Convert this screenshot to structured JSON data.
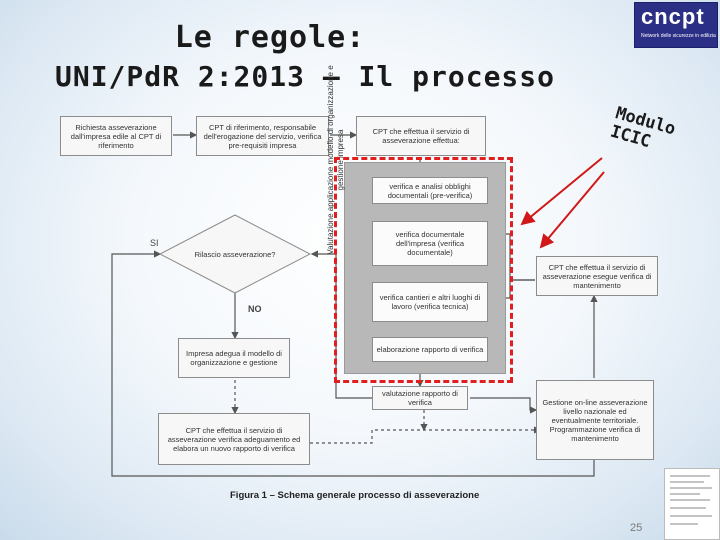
{
  "slide": {
    "title_line1": "Le regole:",
    "title_line2": "UNI/PdR 2:2013 – Il processo",
    "page_number": "25",
    "logo": {
      "name": "cncpt",
      "tagline": "Network delle sicurezze in edilizia"
    },
    "stamp_line1": "Modulo",
    "stamp_line2": "ICIC"
  },
  "diagram": {
    "box_request": "Richiesta asseverazione dall'impresa edile al CPT di riferimento",
    "box_cpt_ref": "CPT di riferimento, responsabile dell'erogazione del servizio, verifica pre-requisiti impresa",
    "box_cpt_service": "CPT che effettua il servizio di asseverazione effettua:",
    "step_1": "verifica e analisi obblighi documentali (pre-verifica)",
    "step_2": "verifica documentale dell'impresa (verifica documentale)",
    "step_3": "verifica cantieri e altri luoghi di lavoro (verifica tecnica)",
    "step_4": "elaborazione rapporto di verifica",
    "vertical_label": "Valutazione applicazione modello di organizzazione e gestione impresa",
    "decision": "Rilascio asseverazione?",
    "label_yes": "SI",
    "label_no": "NO",
    "box_adequacy": "Impresa adegua il modello di organizzazione e gestione",
    "box_rapporto": "valutazione rapporto di verifica",
    "box_cpt_new_report": "CPT che effettua il servizio di asseverazione verifica adeguamento ed elabora un nuovo rapporto di verifica",
    "box_maintenance": "CPT che effettua il servizio di asseverazione esegue verifica di mantenimento",
    "box_online": "Gestione on-line asseverazione livello nazionale ed eventualmente territoriale. Programmazione verifica di mantenimento",
    "caption": "Figura 1 – Schema generale processo di asseverazione"
  }
}
